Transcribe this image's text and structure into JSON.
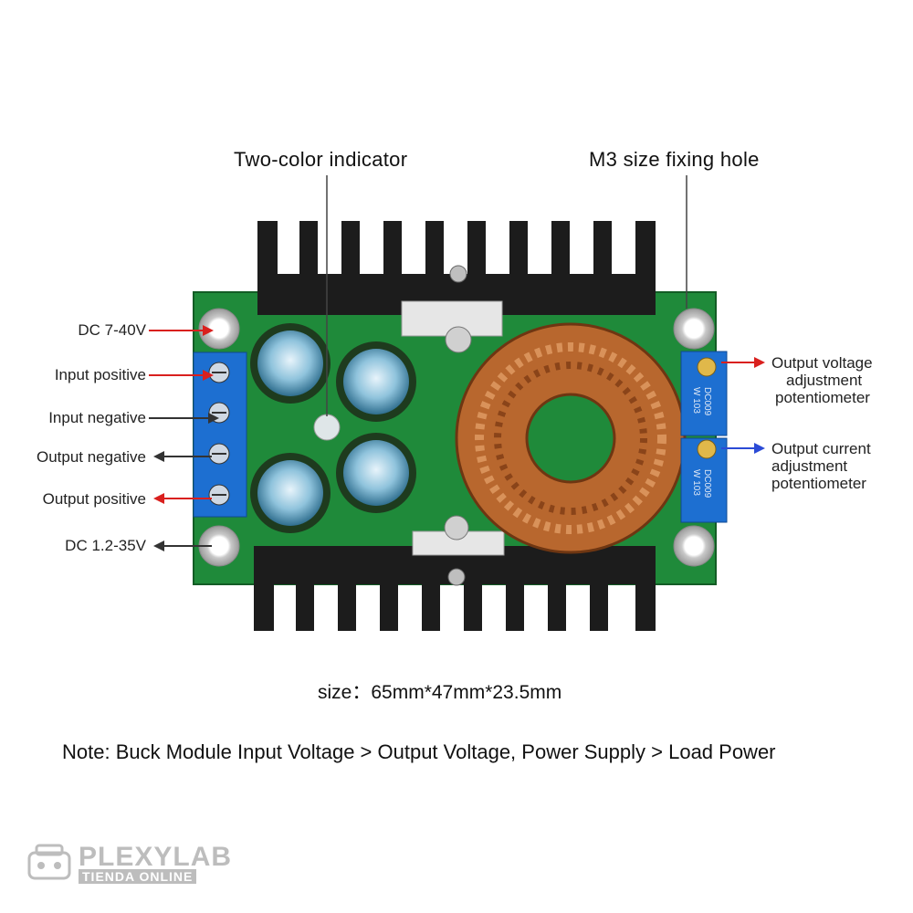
{
  "labels": {
    "two_color_indicator": "Two-color indicator",
    "m3_hole": "M3 size fixing hole",
    "dc_in": "DC 7-40V",
    "input_positive": "Input positive",
    "input_negative": "Input negative",
    "output_negative": "Output negative",
    "output_positive": "Output positive",
    "dc_out": "DC 1.2-35V",
    "voltage_pot_1": "Output voltage",
    "voltage_pot_2": "adjustment",
    "voltage_pot_3": "potentiometer",
    "current_pot_1": "Output current",
    "current_pot_2": "adjustment",
    "current_pot_3": "potentiometer"
  },
  "pot_marking_1": "W 103",
  "pot_marking_2": "DC009",
  "pot_marking_3": "W 103",
  "pot_marking_4": "DC009",
  "size_caption": "size：65mm*47mm*23.5mm",
  "note": "Note: Buck Module Input Voltage > Output Voltage, Power Supply > Load Power",
  "watermark": {
    "brand": "PLEXYLAB",
    "tagline": "TIENDA ONLINE"
  },
  "colors": {
    "arrow_red": "#d9201e",
    "arrow_blue": "#2b4bd6",
    "arrow_dark": "#333333",
    "pcb_green": "#1f8a3a",
    "terminal_blue": "#1d6fd1",
    "heatsink": "#1c1c1c",
    "copper": "#b8672e"
  }
}
